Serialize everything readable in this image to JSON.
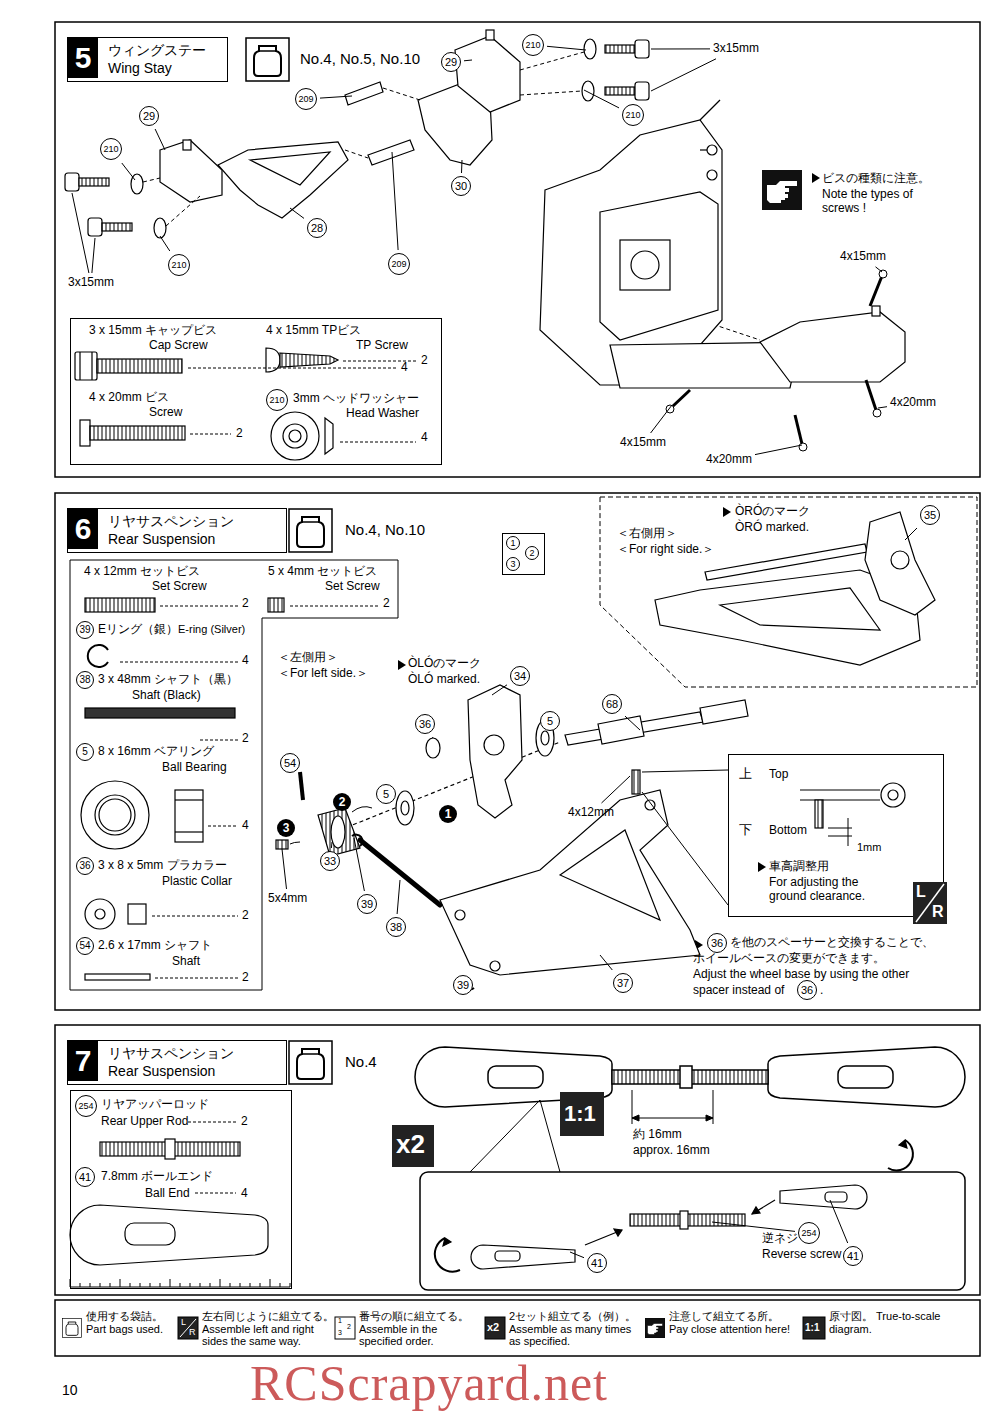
{
  "diagram": {
    "nodes": [
      {
        "text": [
          "5",
          "ウィングステー",
          "Wing Stay"
        ]
      },
      {
        "text": [
          "No.4, No.5, No.10"
        ]
      },
      {
        "text": [
          "3 x 15mm キャップビス",
          "Cap Screw",
          "4",
          "4 x 15mm TPビス",
          "TP Screw",
          "2",
          "4 x 20mm ビス",
          "Screw",
          "2",
          "210",
          "3mm ヘッドワッシャー",
          "Head Washer",
          "4"
        ]
      },
      {
        "text": [
          "ビスの種類に注意。",
          "Note the types of screws !"
        ]
      },
      {
        "text": [
          "6",
          "リヤサスペンション",
          "Rear Suspension"
        ]
      },
      {
        "text": [
          "No.4, No.10"
        ]
      },
      {
        "text": [
          "1",
          "2",
          "3"
        ]
      },
      {
        "text": [
          "4 x 12mm セットビス",
          "Set Screw",
          "2",
          "5 x 4mm セットビス",
          "Set Screw",
          "2",
          "39",
          "Eリング（銀）",
          "E-ring (Silver)",
          "4",
          "38",
          "3 x 48mm シャフト（黒）",
          "Shaft (Black)",
          "2",
          "5",
          "8 x 16mm ベアリング",
          "Ball Bearing",
          "4",
          "36",
          "3 x 8 x 5mm プラカラー",
          "Plastic Collar",
          "2",
          "54",
          "2.6 x 17mm シャフト",
          "Shaft",
          "2"
        ]
      },
      {
        "text": [
          "ÒRÓのマーク",
          "ÒRÓ marked.",
          "＜右側用＞",
          "＜For right side.＞"
        ]
      },
      {
        "text": [
          "上",
          "Top",
          "下",
          "Bottom",
          "1mm",
          "車高調整用",
          "For adjusting the ground clearance."
        ]
      },
      {
        "text": [
          "L",
          "R"
        ]
      },
      {
        "text": [
          "7",
          "リヤサスペンション",
          "Rear Suspension"
        ]
      },
      {
        "text": [
          "No.4"
        ]
      },
      {
        "text": [
          "254",
          "リヤアッパーロッド",
          "Rear Upper Rod",
          "2",
          "41",
          "7.8mm ボールエンド",
          "Ball End",
          "4"
        ]
      },
      {
        "text": [
          "x2"
        ]
      },
      {
        "text": [
          "1:1"
        ]
      },
      {
        "text": [
          "逆ネジ",
          "Reverse screw"
        ]
      }
    ],
    "labels": [
      "3x15mm",
      "210",
      "29",
      "210",
      "209",
      "29",
      "210",
      "28",
      "30",
      "209",
      "210",
      "3x15mm",
      "4x15mm",
      "4x20mm",
      "4x15mm",
      "4x20mm",
      "＜左側用＞",
      "＜For left side.＞",
      "ÒLÓのマーク",
      "ÒLÓ marked.",
      "34",
      "36",
      "5",
      "68",
      "54",
      "5",
      "2",
      "1",
      "3",
      "33",
      "5x4mm",
      "39",
      "38",
      "4x12mm",
      "39",
      "37",
      "35",
      "36",
      "を他のスペーサーと交換することで、",
      "ホイールベースの変更ができます。",
      "Adjust the wheel base by using the other",
      "spacer instead of",
      "36",
      ".",
      "約 16mm",
      "approx. 16mm",
      "254",
      "41",
      "41",
      "L",
      "R",
      "1",
      "2",
      "3",
      "x2",
      "1:1",
      "10",
      "RCScrapyard.net"
    ],
    "legend": [
      {
        "text": "使用する袋詰。 Part bags used."
      },
      {
        "text": "左右同じように組立てる。 Assemble left and right sides the same way."
      },
      {
        "text": "番号の順に組立てる。 Assemble in the specified order."
      },
      {
        "text": "2セット組立てる（例）。 Assemble as many times as specified."
      },
      {
        "text": "注意して組立てる所。 Pay close attention here!"
      },
      {
        "text": "原寸図。 True-to-scale diagram."
      }
    ]
  }
}
